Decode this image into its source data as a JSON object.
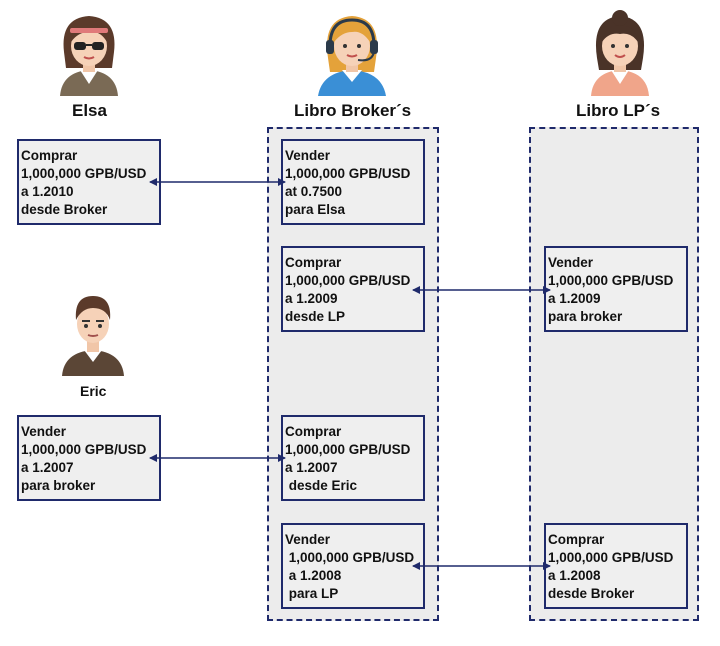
{
  "titles": {
    "elsa": "Elsa",
    "broker": "Libro Broker´s",
    "lp": "Libro LP´s",
    "eric": "Eric"
  },
  "icons": {
    "elsa": "woman-sunglasses-avatar-icon",
    "broker": "headset-operator-avatar-icon",
    "lp": "woman-avatar-icon",
    "eric": "man-avatar-icon"
  },
  "boxes": {
    "elsa_order": [
      "Comprar",
      "1,000,000 GPB/USD",
      "a 1.2010",
      "desde Broker"
    ],
    "broker_sell_elsa": [
      "Vender",
      "1,000,000 GPB/USD",
      "at  0.7500",
      "para Elsa"
    ],
    "broker_buy_lp": [
      "Comprar",
      "1,000,000 GPB/USD",
      "a 1.2009",
      "desde LP"
    ],
    "lp_sell_broker": [
      "Vender",
      "1,000,000 GPB/USD",
      "a 1.2009",
      "para broker"
    ],
    "eric_order": [
      "Vender",
      "1,000,000 GPB/USD",
      "a 1.2007",
      "para broker"
    ],
    "broker_buy_eric": [
      "Comprar",
      "1,000,000 GPB/USD",
      "a 1.2007",
      " desde Eric"
    ],
    "broker_sell_lp": [
      "Vender",
      " 1,000,000 GPB/USD",
      " a 1.2008",
      " para LP"
    ],
    "lp_buy_broker": [
      "Comprar",
      "1,000,000 GPB/USD",
      "a 1.2008",
      "desde Broker"
    ]
  },
  "colors": {
    "border": "#1f2a6b",
    "box_fill": "#efefef",
    "column_fill": "#ececec"
  }
}
